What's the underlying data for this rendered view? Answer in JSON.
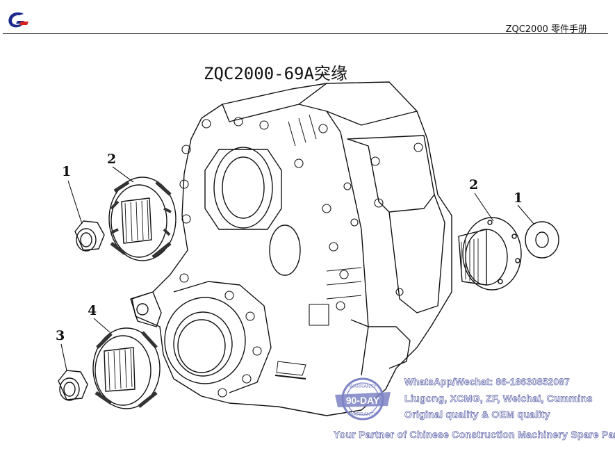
{
  "header": {
    "doc_title": "ZQC2000 零件手册"
  },
  "drawing": {
    "title": "ZQC2000-69A突缘",
    "callouts": [
      "1",
      "2",
      "2",
      "1",
      "4",
      "3"
    ]
  },
  "watermark": {
    "contact": "WhatsApp/Wechat: 86-18630852087",
    "brands": "Liugong, XCMG, ZF, Weichai, Cummins",
    "quality": "Original quality & OEM quality",
    "slogan": "Your Partner of Chinese Construction Machinery Spare Parts",
    "badge_top": "WARRANTY",
    "badge_main": "90-DAY",
    "badge_bottom": "WARRANTY"
  },
  "colors": {
    "line": "#111111",
    "watermark_outline": "#5b62a8",
    "badge_fill": "#7c83c4"
  }
}
